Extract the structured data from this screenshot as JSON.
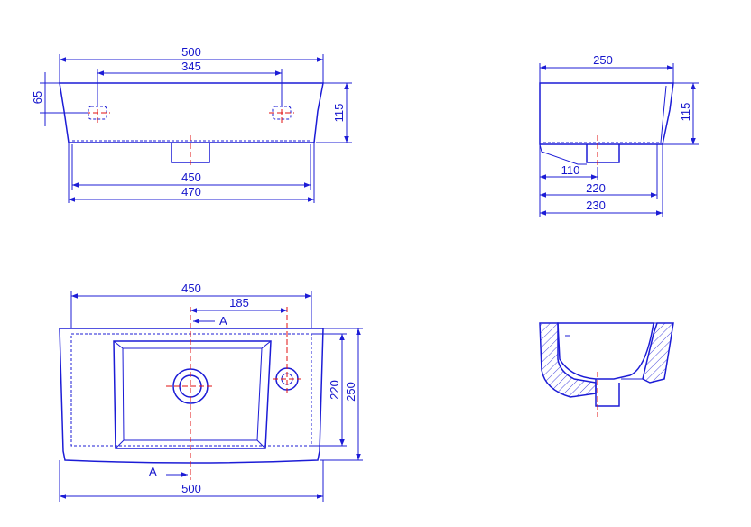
{
  "front_view": {
    "dim_top_width": "500",
    "dim_tap_spacing": "345",
    "dim_left_height": "65",
    "dim_right_height": "115",
    "dim_inner_width": "450",
    "dim_outer_width": "470"
  },
  "side_view": {
    "dim_top_depth": "250",
    "dim_height": "115",
    "dim_waste_offset": "110",
    "dim_bottom_depth": "220",
    "dim_base_depth": "230"
  },
  "plan_view": {
    "dim_width": "450",
    "dim_tap_offset": "185",
    "section_label_top": "A",
    "section_label_bottom": "A",
    "dim_inner_depth": "220",
    "dim_depth": "250",
    "dim_total_width": "500"
  },
  "colors": {
    "line": "#1c1cd6",
    "centerline": "#e01010"
  }
}
